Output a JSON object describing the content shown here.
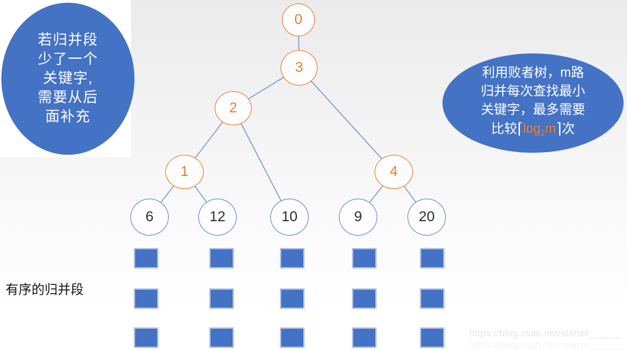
{
  "colors": {
    "accent_blue": "#4472C4",
    "accent_orange": "#ED7D31",
    "edge_blue": "#7C97D0"
  },
  "left_callout": {
    "lines": [
      "若归并段",
      "少了一个",
      "关键字,",
      "需要从后",
      "面补充"
    ]
  },
  "right_callout": {
    "line1": "利用败者树，m路",
    "line2": "归并每次查找最小",
    "line3": "关键字，最多需要",
    "line4_prefix": "比较",
    "ceil_open": "⌈",
    "log_base": "log",
    "log_sub": "2",
    "log_arg": "m",
    "ceil_close": "⌉",
    "line4_suffix": "次"
  },
  "tree": {
    "internal_nodes": [
      {
        "label": "0"
      },
      {
        "label": "3"
      },
      {
        "label": "2"
      },
      {
        "label": "1"
      },
      {
        "label": "4"
      }
    ],
    "leaf_nodes": [
      {
        "label": "6"
      },
      {
        "label": "12"
      },
      {
        "label": "10"
      },
      {
        "label": "9"
      },
      {
        "label": "20"
      }
    ]
  },
  "segments": {
    "label": "有序的归并段",
    "rows": 3,
    "columns": 5
  },
  "watermark": {
    "text": "https://blog.csdn.net/starter______"
  }
}
